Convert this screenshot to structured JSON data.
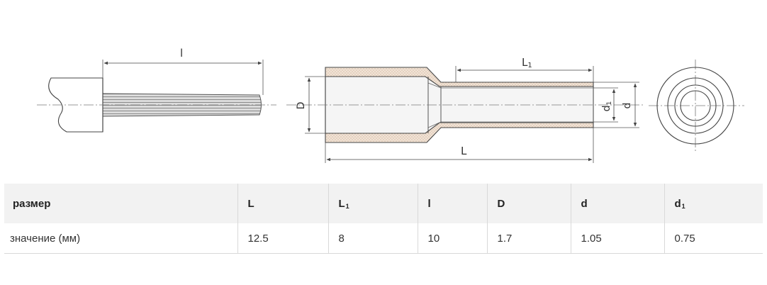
{
  "drawing": {
    "labels": {
      "strand_length": "l",
      "total_length": "L",
      "sleeve_length": "L",
      "sleeve_length_sub": "1",
      "collar_diameter": "D",
      "outer_diameter": "d",
      "inner_diameter": "d",
      "inner_diameter_sub": "1"
    }
  },
  "table": {
    "header": {
      "param_label": "размер",
      "cols": [
        {
          "main": "L",
          "sub": ""
        },
        {
          "main": "L",
          "sub": "1"
        },
        {
          "main": "l",
          "sub": ""
        },
        {
          "main": "D",
          "sub": ""
        },
        {
          "main": "d",
          "sub": ""
        },
        {
          "main": "d",
          "sub": "1"
        }
      ]
    },
    "row": {
      "label": "значение (мм)",
      "values": [
        "12.5",
        "8",
        "10",
        "1.7",
        "1.05",
        "0.75"
      ]
    }
  }
}
